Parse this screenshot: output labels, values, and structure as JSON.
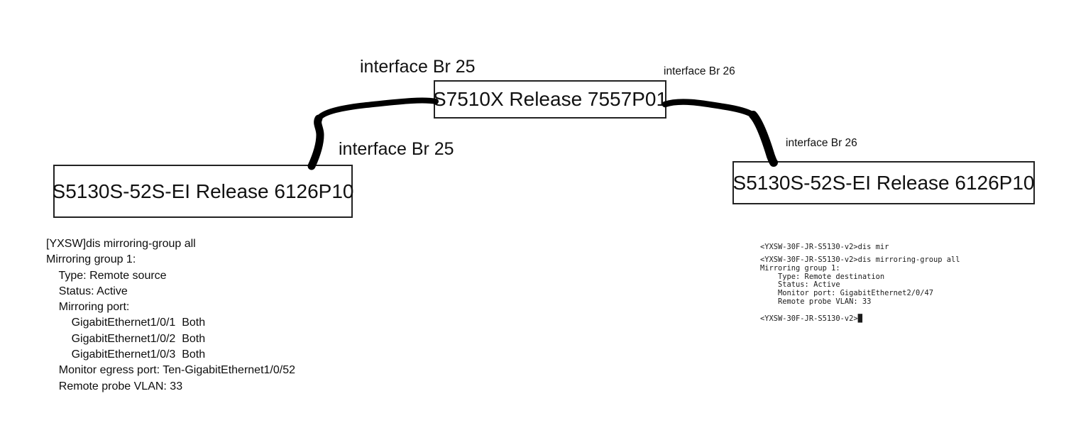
{
  "diagram": {
    "nodes": {
      "core": "S7510X Release 7557P01",
      "left": "S5130S-52S-EI Release 6126P10",
      "right": "S5130S-52S-EI Release 6126P10"
    },
    "link_labels": {
      "core_left": "interface Br 25",
      "core_right": "interface Br 26",
      "left_link": "interface Br 25",
      "right_link": "interface Br 26"
    }
  },
  "left_console": {
    "lines": [
      "[YXSW]dis mirroring-group all",
      "Mirroring group 1:",
      "    Type: Remote source",
      "    Status: Active",
      "    Mirroring port:",
      "        GigabitEthernet1/0/1  Both",
      "        GigabitEthernet1/0/2  Both",
      "        GigabitEthernet1/0/3  Both",
      "    Monitor egress port: Ten-GigabitEthernet1/0/52",
      "    Remote probe VLAN: 33"
    ]
  },
  "right_terminal": {
    "clipped_line": "<YXSW-30F-JR-S5130-v2>dis mir",
    "lines": [
      "<YXSW-30F-JR-S5130-v2>dis mirroring-group all",
      "Mirroring group 1:",
      "    Type: Remote destination",
      "    Status: Active",
      "    Monitor port: GigabitEthernet2/0/47",
      "    Remote probe VLAN: 33",
      ""
    ],
    "prompt": "<YXSW-30F-JR-S5130-v2>",
    "cursor_char": "█"
  },
  "colors": {
    "background": "#ffffff",
    "ink": "#000000",
    "box_border": "#222222",
    "console_text": "#0d0d0d",
    "terminal_text": "#1b1b1b"
  }
}
